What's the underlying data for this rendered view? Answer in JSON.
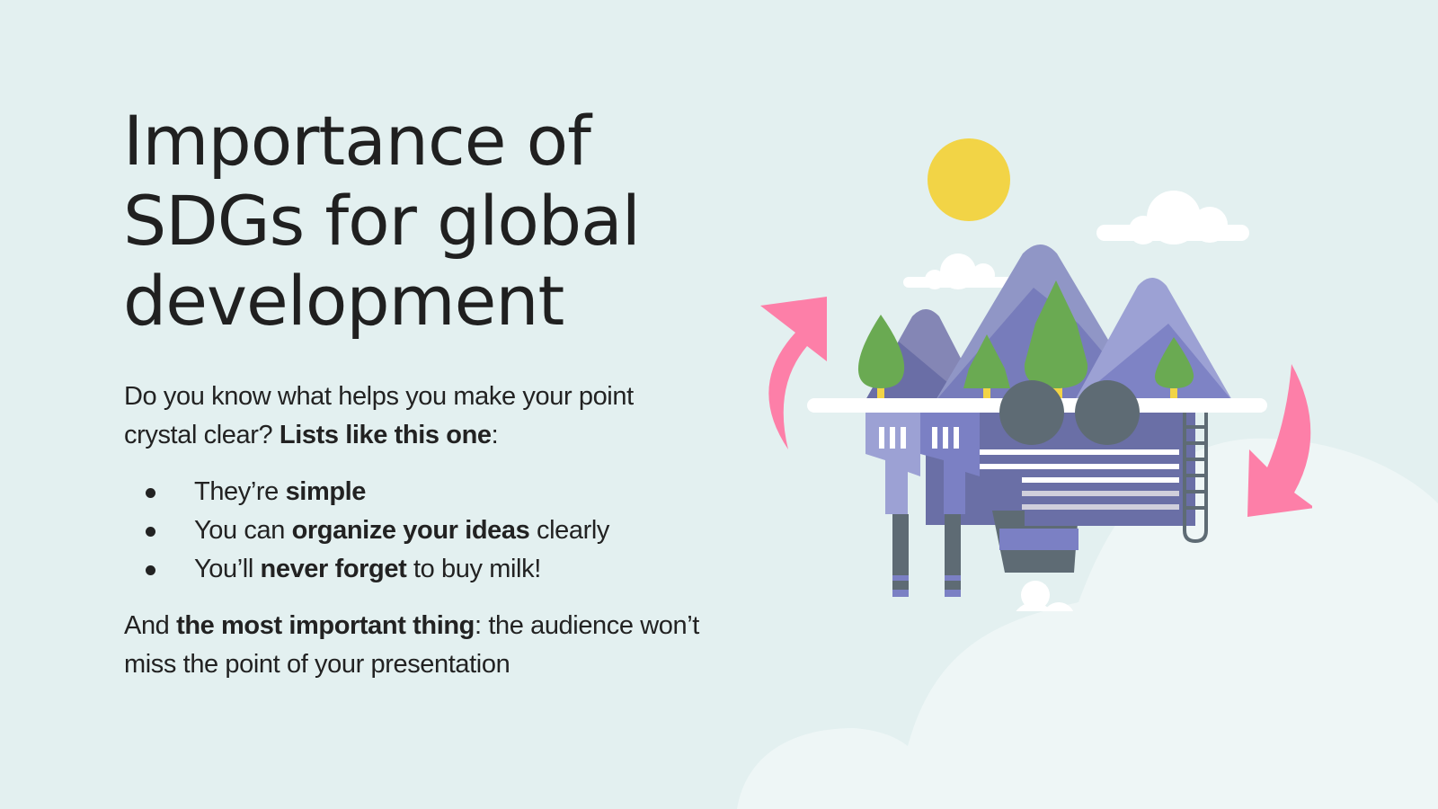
{
  "slide": {
    "title_lines": [
      "Importance of",
      "SDGs for global",
      "development"
    ],
    "intro": {
      "plain": "Do you know what helps you make your point crystal clear? ",
      "bold": "Lists like this one",
      "tail": ":"
    },
    "bullets": [
      {
        "pre": "They’re ",
        "bold": "simple",
        "post": ""
      },
      {
        "pre": "You can ",
        "bold": "organize your ideas",
        "post": " clearly"
      },
      {
        "pre": "You’ll ",
        "bold": "never forget",
        "post": " to buy milk!"
      }
    ],
    "closing": {
      "pre": "And ",
      "bold": "the most important thing",
      "post": ": the audience won’t miss the point of your presentation"
    }
  },
  "illustration": {
    "name": "floating-island-factory",
    "elements": [
      "sun-icon",
      "cloud-icon",
      "mountains",
      "trees",
      "factory",
      "cycle-arrows"
    ],
    "colors": {
      "background": "#e3f0f0",
      "sun": "#f2d446",
      "arrow": "#fd7fa8",
      "mountain_dark": "#6d70a8",
      "mountain_light": "#9096c6",
      "tree": "#6aaa52",
      "factory_body": "#6a6fa6",
      "factory_light": "#9ca1d4",
      "factory_mid": "#7b80c4",
      "dark_gray": "#5e6b74",
      "cloud": "#ffffff",
      "big_cloud": "#eef6f6"
    }
  }
}
